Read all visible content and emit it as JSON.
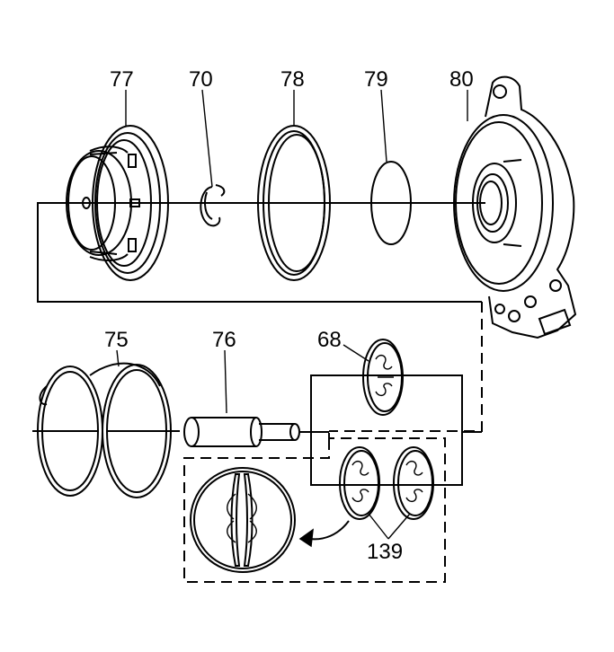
{
  "diagram": {
    "callouts": [
      {
        "id": "77",
        "text": "77"
      },
      {
        "id": "70",
        "text": "70"
      },
      {
        "id": "78",
        "text": "78"
      },
      {
        "id": "79",
        "text": "79"
      },
      {
        "id": "80",
        "text": "80"
      },
      {
        "id": "75",
        "text": "75"
      },
      {
        "id": "76",
        "text": "76"
      },
      {
        "id": "68",
        "text": "68"
      },
      {
        "id": "139",
        "text": "139"
      }
    ],
    "colors": {
      "ink": "#000000",
      "background": "#ffffff"
    }
  }
}
